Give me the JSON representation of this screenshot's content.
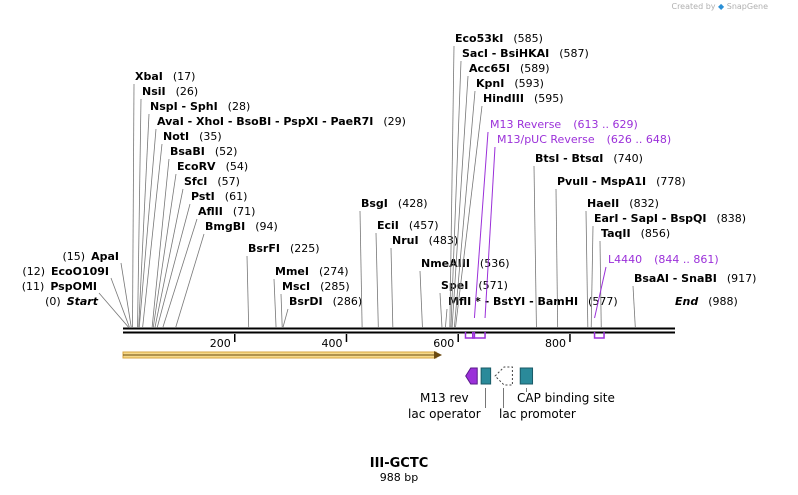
{
  "credit": {
    "text": "Created by",
    "brand": "SnapGene",
    "brand_color": "#2a8fd6"
  },
  "sequence": {
    "name": "III-GCTC",
    "length_label": "988 bp",
    "length": 988
  },
  "colors": {
    "site": "#000000",
    "primer": "#9b30d9",
    "arrow_fill": "#e8c06a",
    "arrow_stroke": "#8a6a20",
    "box_fill": "#2a8a9a"
  },
  "sites_left": [
    {
      "name": "Start",
      "pos": "(0)",
      "bp": 0,
      "italic": true
    },
    {
      "name": "PspOMI",
      "pos": "(11)",
      "bp": 11
    },
    {
      "name": "EcoO109I",
      "pos": "(12)",
      "bp": 12
    },
    {
      "name": "ApaI",
      "pos": "(15)",
      "bp": 15
    }
  ],
  "sites_right": [
    {
      "name": "XbaI",
      "pos": "(17)",
      "bp": 17
    },
    {
      "name": "NsiI",
      "pos": "(26)",
      "bp": 26
    },
    {
      "name": "NspI - SphI",
      "pos": "(28)",
      "bp": 28
    },
    {
      "name": "AvaI - XhoI - BsoBI - PspXI - PaeR7I",
      "pos": "(29)",
      "bp": 29
    },
    {
      "name": "NotI",
      "pos": "(35)",
      "bp": 35
    },
    {
      "name": "BsaBI",
      "pos": "(52)",
      "bp": 52
    },
    {
      "name": "EcoRV",
      "pos": "(54)",
      "bp": 54
    },
    {
      "name": "SfcI",
      "pos": "(57)",
      "bp": 57
    },
    {
      "name": "PstI",
      "pos": "(61)",
      "bp": 61
    },
    {
      "name": "AflII",
      "pos": "(71)",
      "bp": 71
    },
    {
      "name": "BmgBI",
      "pos": "(94)",
      "bp": 94
    },
    {
      "name": "BsrFI",
      "pos": "(225)",
      "bp": 225
    },
    {
      "name": "MmeI",
      "pos": "(274)",
      "bp": 274
    },
    {
      "name": "MscI",
      "pos": "(285)",
      "bp": 285
    },
    {
      "name": "BsrDI",
      "pos": "(286)",
      "bp": 286
    },
    {
      "name": "BsgI",
      "pos": "(428)",
      "bp": 428
    },
    {
      "name": "EciI",
      "pos": "(457)",
      "bp": 457
    },
    {
      "name": "NruI",
      "pos": "(483)",
      "bp": 483
    },
    {
      "name": "NmeAIII",
      "pos": "(536)",
      "bp": 536
    },
    {
      "name": "SpeI",
      "pos": "(571)",
      "bp": 571
    },
    {
      "name": "MflI * - BstYI - BamHI",
      "pos": "(577)",
      "bp": 577
    },
    {
      "name": "Eco53kI",
      "pos": "(585)",
      "bp": 585
    },
    {
      "name": "SacI - BsiHKAI",
      "pos": "(587)",
      "bp": 587
    },
    {
      "name": "Acc65I",
      "pos": "(589)",
      "bp": 589
    },
    {
      "name": "KpnI",
      "pos": "(593)",
      "bp": 593
    },
    {
      "name": "HindIII",
      "pos": "(595)",
      "bp": 595
    },
    {
      "name": "BtsI - BtsαI",
      "pos": "(740)",
      "bp": 740
    },
    {
      "name": "PvuII - MspA1I",
      "pos": "(778)",
      "bp": 778
    },
    {
      "name": "HaeII",
      "pos": "(832)",
      "bp": 832
    },
    {
      "name": "EarI - SapI - BspQI",
      "pos": "(838)",
      "bp": 838
    },
    {
      "name": "TaqII",
      "pos": "(856)",
      "bp": 856
    },
    {
      "name": "BsaAI - SnaBI",
      "pos": "(917)",
      "bp": 917
    },
    {
      "name": "End",
      "pos": "(988)",
      "bp": 988,
      "italic": true
    }
  ],
  "primers": [
    {
      "name": "M13 Reverse",
      "pos": "(613 .. 629)",
      "start": 613,
      "end": 629
    },
    {
      "name": "M13/pUC Reverse",
      "pos": "(626 .. 648)",
      "start": 626,
      "end": 648
    },
    {
      "name": "L4440",
      "pos": "(844 .. 861)",
      "start": 844,
      "end": 861
    }
  ],
  "ticks": [
    {
      "label": "200",
      "bp": 200
    },
    {
      "label": "400",
      "bp": 400
    },
    {
      "label": "600",
      "bp": 600
    },
    {
      "label": "800",
      "bp": 800
    }
  ],
  "orf": {
    "start": 0,
    "end": 571
  },
  "features": [
    {
      "name": "M13 rev",
      "kind": "arrow-right-filled",
      "start": 617,
      "end": 634
    },
    {
      "name": "lac operator",
      "kind": "box",
      "start": 641,
      "end": 658
    },
    {
      "name": "lac promoter",
      "kind": "arrow-left-dotted",
      "start": 666,
      "end": 697
    },
    {
      "name": "CAP binding site",
      "kind": "box",
      "start": 711,
      "end": 733
    }
  ]
}
